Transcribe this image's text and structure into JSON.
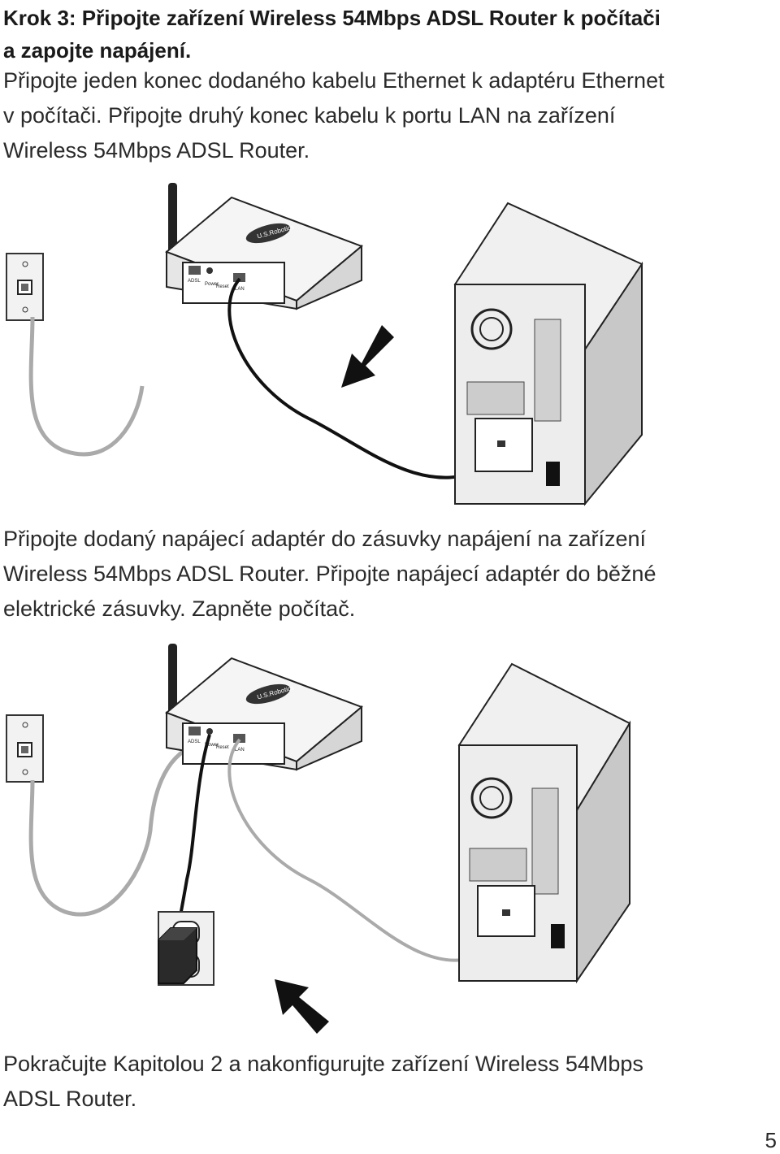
{
  "heading": {
    "lines": [
      "Krok 3: Připojte zařízení Wireless 54Mbps ADSL Router k počítači",
      "a zapojte napájení."
    ]
  },
  "paragraph1": {
    "lines": [
      "Připojte jeden konec dodaného kabelu Ethernet k adaptéru Ethernet",
      "v počítači. Připojte druhý konec kabelu k portu LAN na zařízení",
      "Wireless 54Mbps ADSL Router."
    ]
  },
  "paragraph2": {
    "lines": [
      "Připojte dodaný napájecí adaptér do zásuvky napájení na zařízení",
      "Wireless 54Mbps ADSL Router. Připojte napájecí adaptér do běžné",
      "elektrické zásuvky. Zapněte počítač."
    ]
  },
  "paragraph3": {
    "lines": [
      "Pokračujte Kapitolou 2 a nakonfigurujte zařízení Wireless 54Mbps",
      "ADSL Router."
    ]
  },
  "router": {
    "brand": "U.S.Robotics",
    "port_adsl": "ADSL",
    "port_power": "Power",
    "port_reset": "Reset",
    "port_lan": "LAN"
  },
  "page_number": "5",
  "icons": [
    "wall-phone-jack-icon",
    "router-icon",
    "computer-tower-icon",
    "arrow-icon",
    "power-adapter-icon",
    "power-outlet-icon"
  ]
}
